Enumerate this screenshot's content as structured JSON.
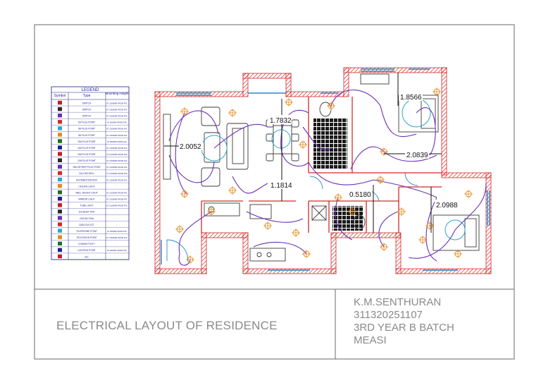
{
  "title_block": {
    "drawing_title": "ELECTRICAL LAYOUT OF RESIDENCE",
    "author_name": "K.M.SENTHURAN",
    "register_no": "311320251107",
    "batch": "3RD YEAR B BATCH",
    "institution": "MEASI"
  },
  "legend": {
    "title": "LEGEND",
    "headers": {
      "symbol": "Symbol",
      "type": "Type",
      "height": "Mounting Height"
    },
    "rows": [
      {
        "type": "SWITCH",
        "height": "AT 1200MM FROM FFL"
      },
      {
        "type": "SWITCH",
        "height": "AT 1200MM FROM FFL"
      },
      {
        "type": "SWITCH",
        "height": "AT 1200MM FROM FFL"
      },
      {
        "type": "5A PLUG POINT",
        "height": "AT 300MM FROM FFL"
      },
      {
        "type": "5A PLUG POINT",
        "height": "AT 1200MM FROM FFL"
      },
      {
        "type": "5A PLUG POINT",
        "height": "AT 1000MM FROM FFL"
      },
      {
        "type": "15A PLUG POINT",
        "height": "AT 300MM FROM FFL"
      },
      {
        "type": "15A PLUG POINT",
        "height": "AT 1200MM FROM FFL"
      },
      {
        "type": "15A PLUG POINT",
        "height": "AT 2100MM FROM FFL"
      },
      {
        "type": "20A PLUG POINT",
        "height": "AT 2100MM FROM FFL"
      },
      {
        "type": "15A GEYSER PLUG POINT",
        "height": "AT 2100MM FROM FFL"
      },
      {
        "type": "CALLING BELL",
        "height": "AT 2100MM FROM FFL"
      },
      {
        "type": "DISTRIBUTION BOX",
        "height": "AT 1200MM FROM FFL"
      },
      {
        "type": "CEILING LIGHT",
        "height": "-"
      },
      {
        "type": "WALL MOUNT LIGHT",
        "height": "AT 2100MM FROM FFL"
      },
      {
        "type": "MIRROR LIGHT",
        "height": "AT 2100MM FROM FFL"
      },
      {
        "type": "TUBE LIGHT",
        "height": "AT 2100MM FROM FFL"
      },
      {
        "type": "EXHAUST FAN",
        "height": "-"
      },
      {
        "type": "CEILING FAN",
        "height": "-"
      },
      {
        "type": "DATA OUTLET",
        "height": "-"
      },
      {
        "type": "TELEPHONE POINT",
        "height": "AT 300MM FROM FFL"
      },
      {
        "type": "TELEVISION POINT",
        "height": "AT 1500MM FROM FFL"
      },
      {
        "type": "CONNECTIVITY",
        "height": "-"
      },
      {
        "type": "LIGHTING POINT",
        "height": "AT 300MM FROM FFL"
      },
      {
        "type": "A/C",
        "height": "-"
      }
    ]
  },
  "dimensions": {
    "living": "2.0052",
    "dining": "1.7832",
    "passage": "1.1814",
    "bed1": "1.8566",
    "bed1_w": "2.0839",
    "lobby": "0.5180",
    "bed2": "2.0988"
  },
  "colors": {
    "wall": "#d42a2a",
    "wiring": "#6b2fb8",
    "fixture": "#e58a1e",
    "window": "#2a86c9",
    "furniture": "#3a3a3a",
    "title_text": "#8a8a8a"
  }
}
